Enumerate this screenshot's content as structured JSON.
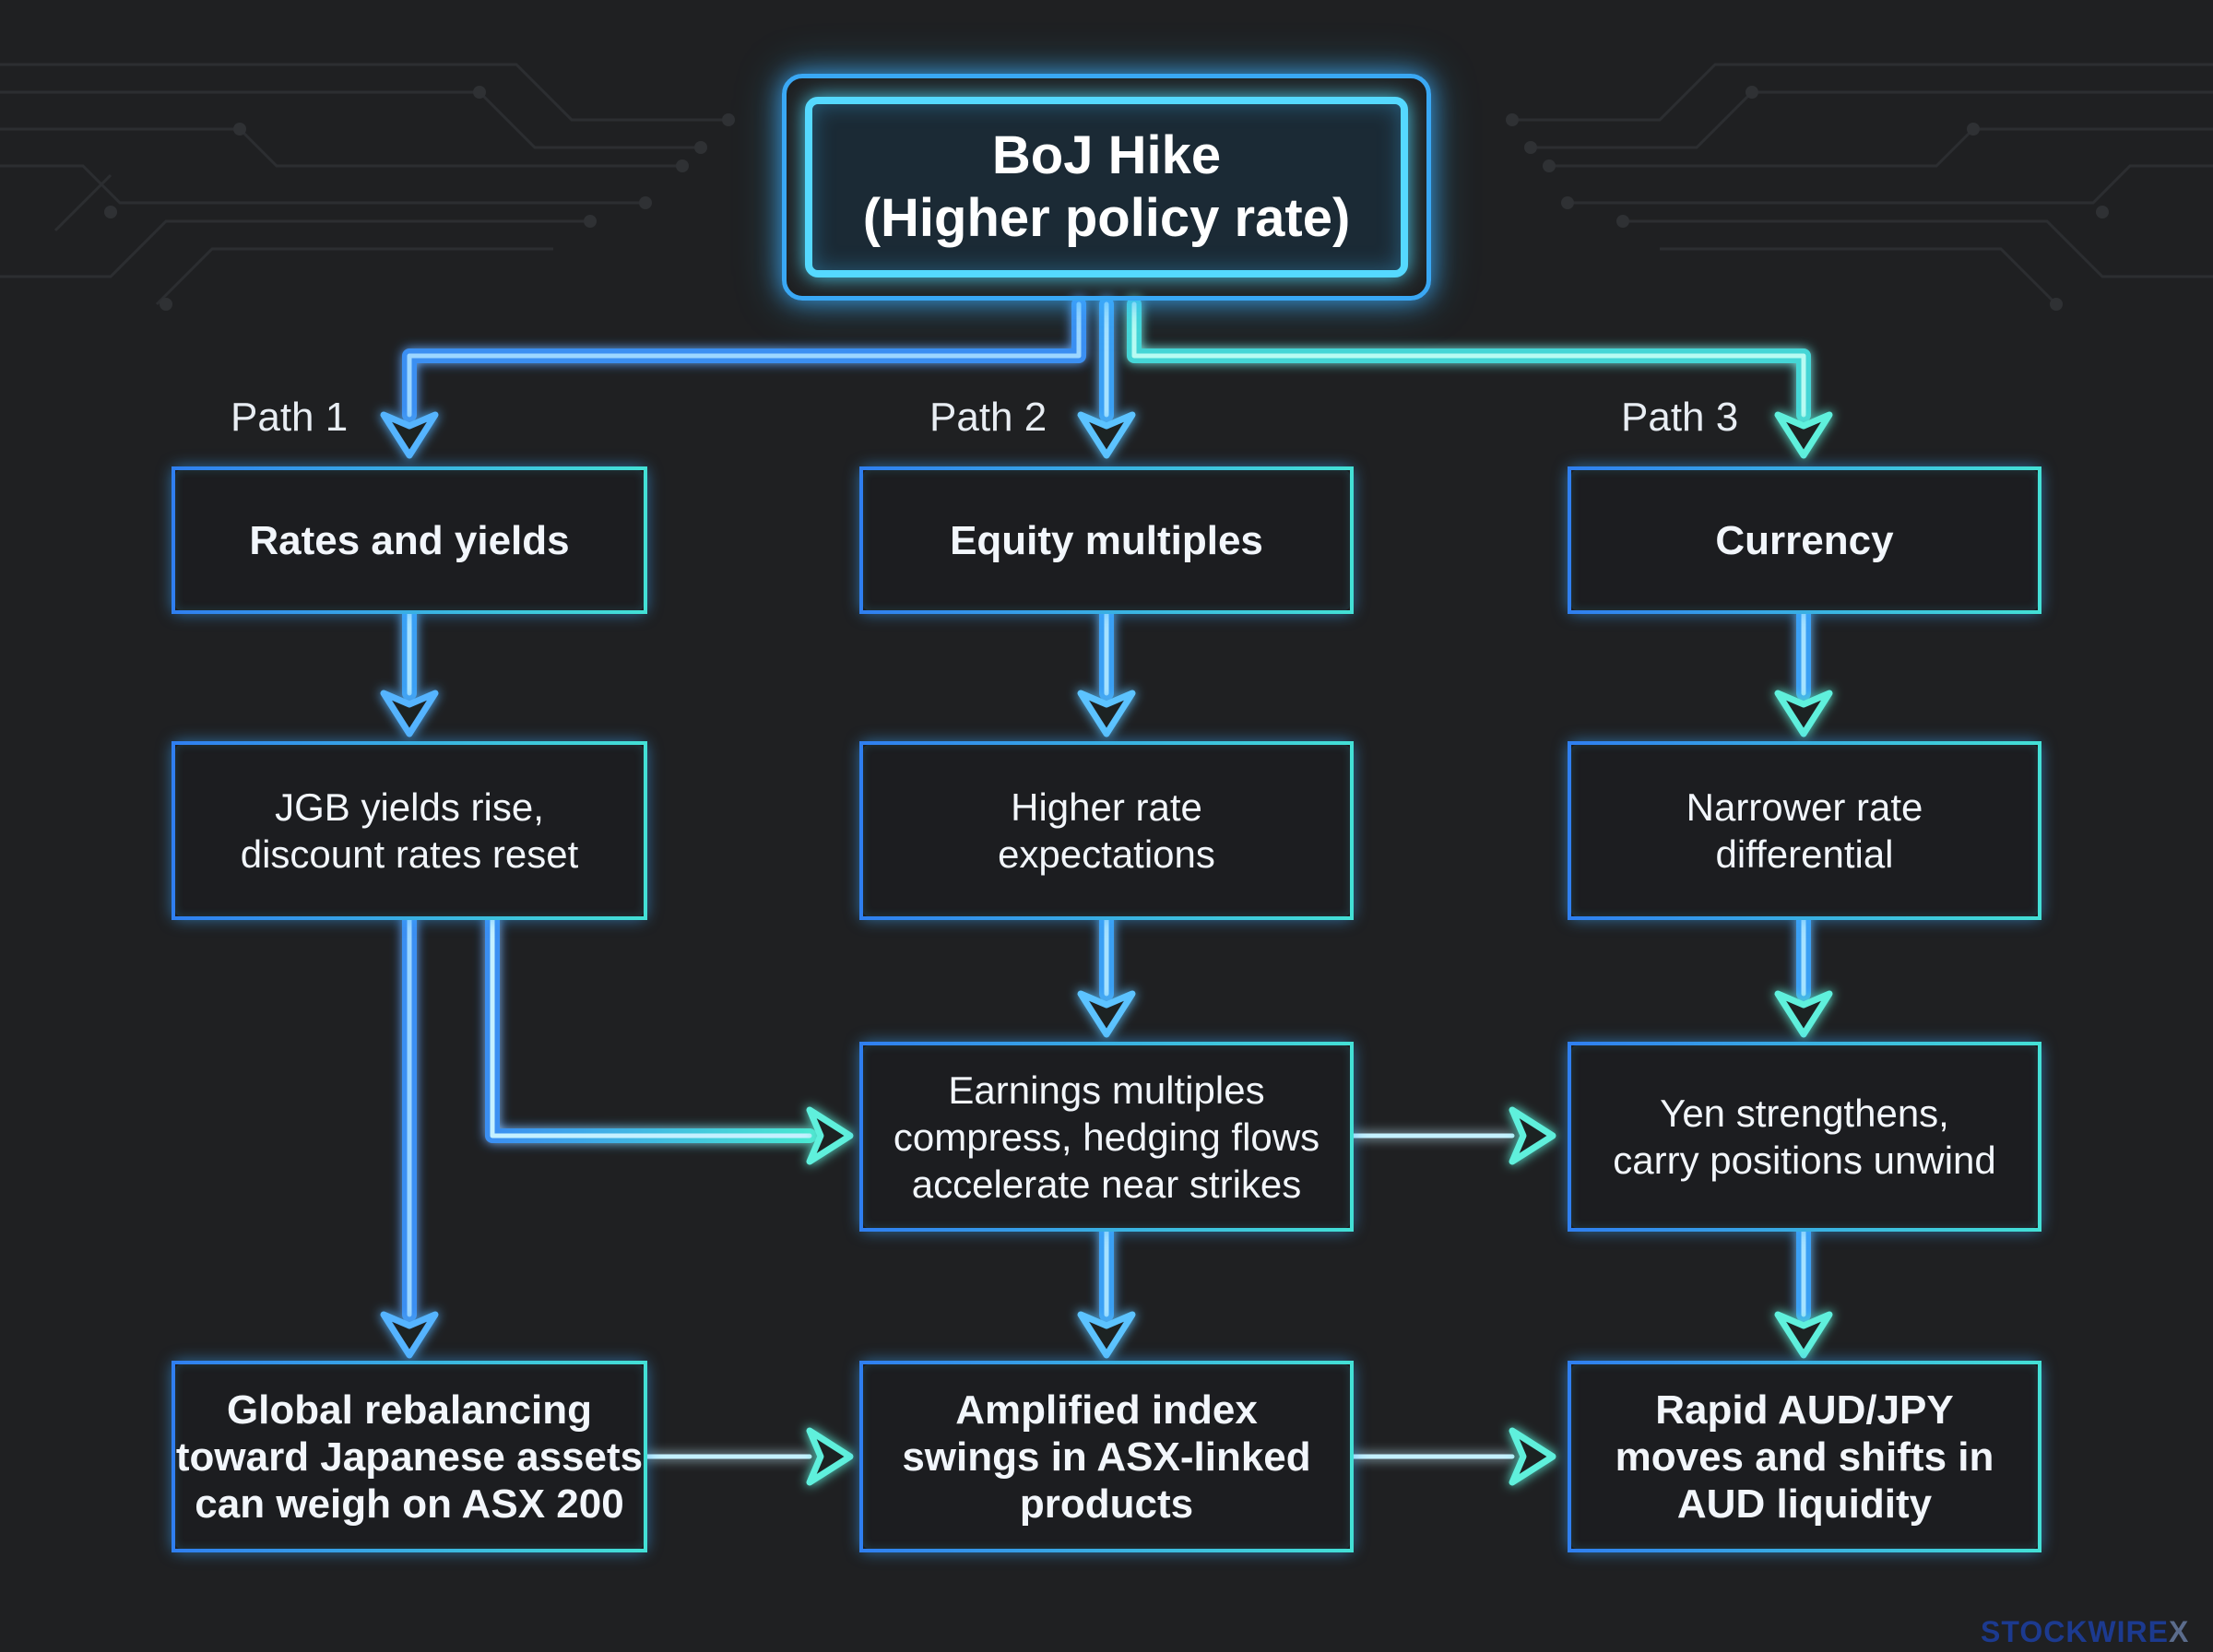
{
  "diagram": {
    "root": {
      "line1": "BoJ Hike",
      "line2": "(Higher policy rate)"
    },
    "paths": [
      {
        "label": "Path 1",
        "header": "Rates and yields",
        "step1": [
          "JGB yields rise,",
          "discount rates reset"
        ],
        "outcome": [
          "Global rebalancing",
          "toward Japanese assets",
          "can weigh on ASX 200"
        ]
      },
      {
        "label": "Path 2",
        "header": "Equity multiples",
        "step1": [
          "Higher rate",
          "expectations"
        ],
        "step2": [
          "Earnings multiples",
          "compress, hedging flows",
          "accelerate near strikes"
        ],
        "outcome": [
          "Amplified index",
          "swings in ASX-linked",
          "products"
        ]
      },
      {
        "label": "Path 3",
        "header": "Currency",
        "step1": [
          "Narrower rate",
          "differential"
        ],
        "step2": [
          "Yen strengthens,",
          "carry positions unwind"
        ],
        "outcome": [
          "Rapid AUD/JPY",
          "moves and shifts in",
          "AUD liquidity"
        ]
      }
    ]
  },
  "watermark": {
    "brand": "STOCKWIRE",
    "suffix": "X"
  },
  "colors": {
    "background": "#1f2022",
    "accent_blue": "#3f9df0",
    "accent_cyan": "#43e0d6",
    "text": "#f2f6fb"
  }
}
